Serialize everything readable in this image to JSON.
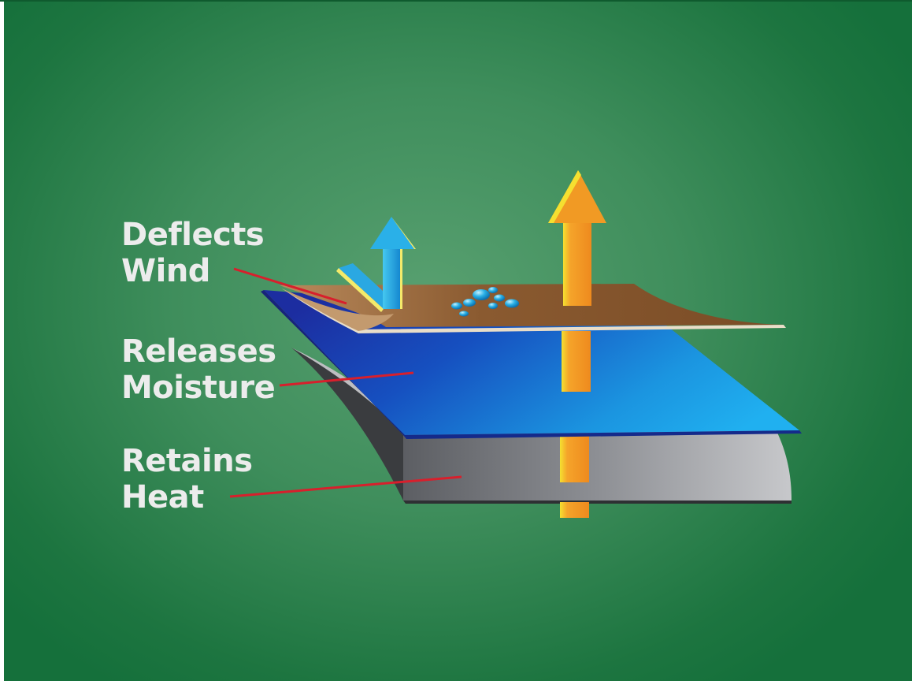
{
  "labels": [
    {
      "line1": "Deflects",
      "line2": "Wind"
    },
    {
      "line1": "Releases",
      "line2": "Moisture"
    },
    {
      "line1": "Retains",
      "line2": "Heat"
    }
  ]
}
